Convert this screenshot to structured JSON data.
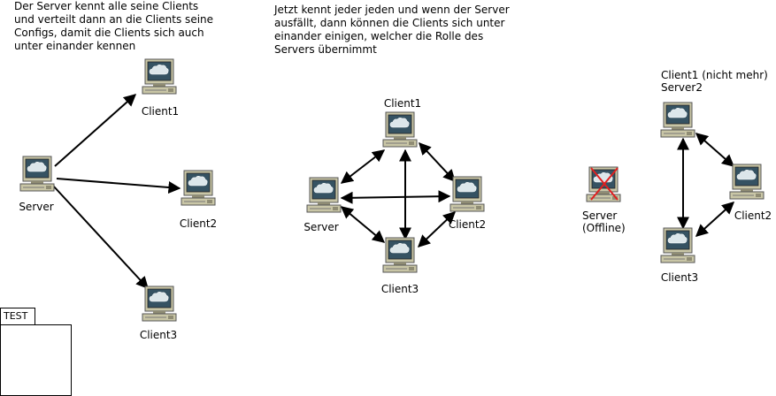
{
  "panel1": {
    "note": "Der Server kennt alle seine Clients\nund verteilt dann an die Clients seine\nConfigs, damit die Clients sich auch\nunter einander kennen",
    "server": "Server",
    "client1": "Client1",
    "client2": "Client2",
    "client3": "Client3"
  },
  "panel2": {
    "note": "Jetzt kennt jeder jeden und wenn der Server\nausfällt, dann können die Clients sich unter\neinander einigen, welcher die Rolle des\nServers übernimmt",
    "server": "Server",
    "client1": "Client1",
    "client2": "Client2",
    "client3": "Client3"
  },
  "panel3": {
    "server_offline": "Server\n(Offline)",
    "client1": "Client1 (nicht mehr)\nServer2",
    "client2": "Client2",
    "client3": "Client3"
  },
  "test_frame": {
    "label": "TEST"
  },
  "icons": {
    "computer": "desktop-computer-icon",
    "offline": "red-x-icon"
  },
  "colors": {
    "monitor_frame": "#c9c6a6",
    "screen": "#355262",
    "cloud": "#dce6ea",
    "offline_x": "#e01f1f"
  }
}
